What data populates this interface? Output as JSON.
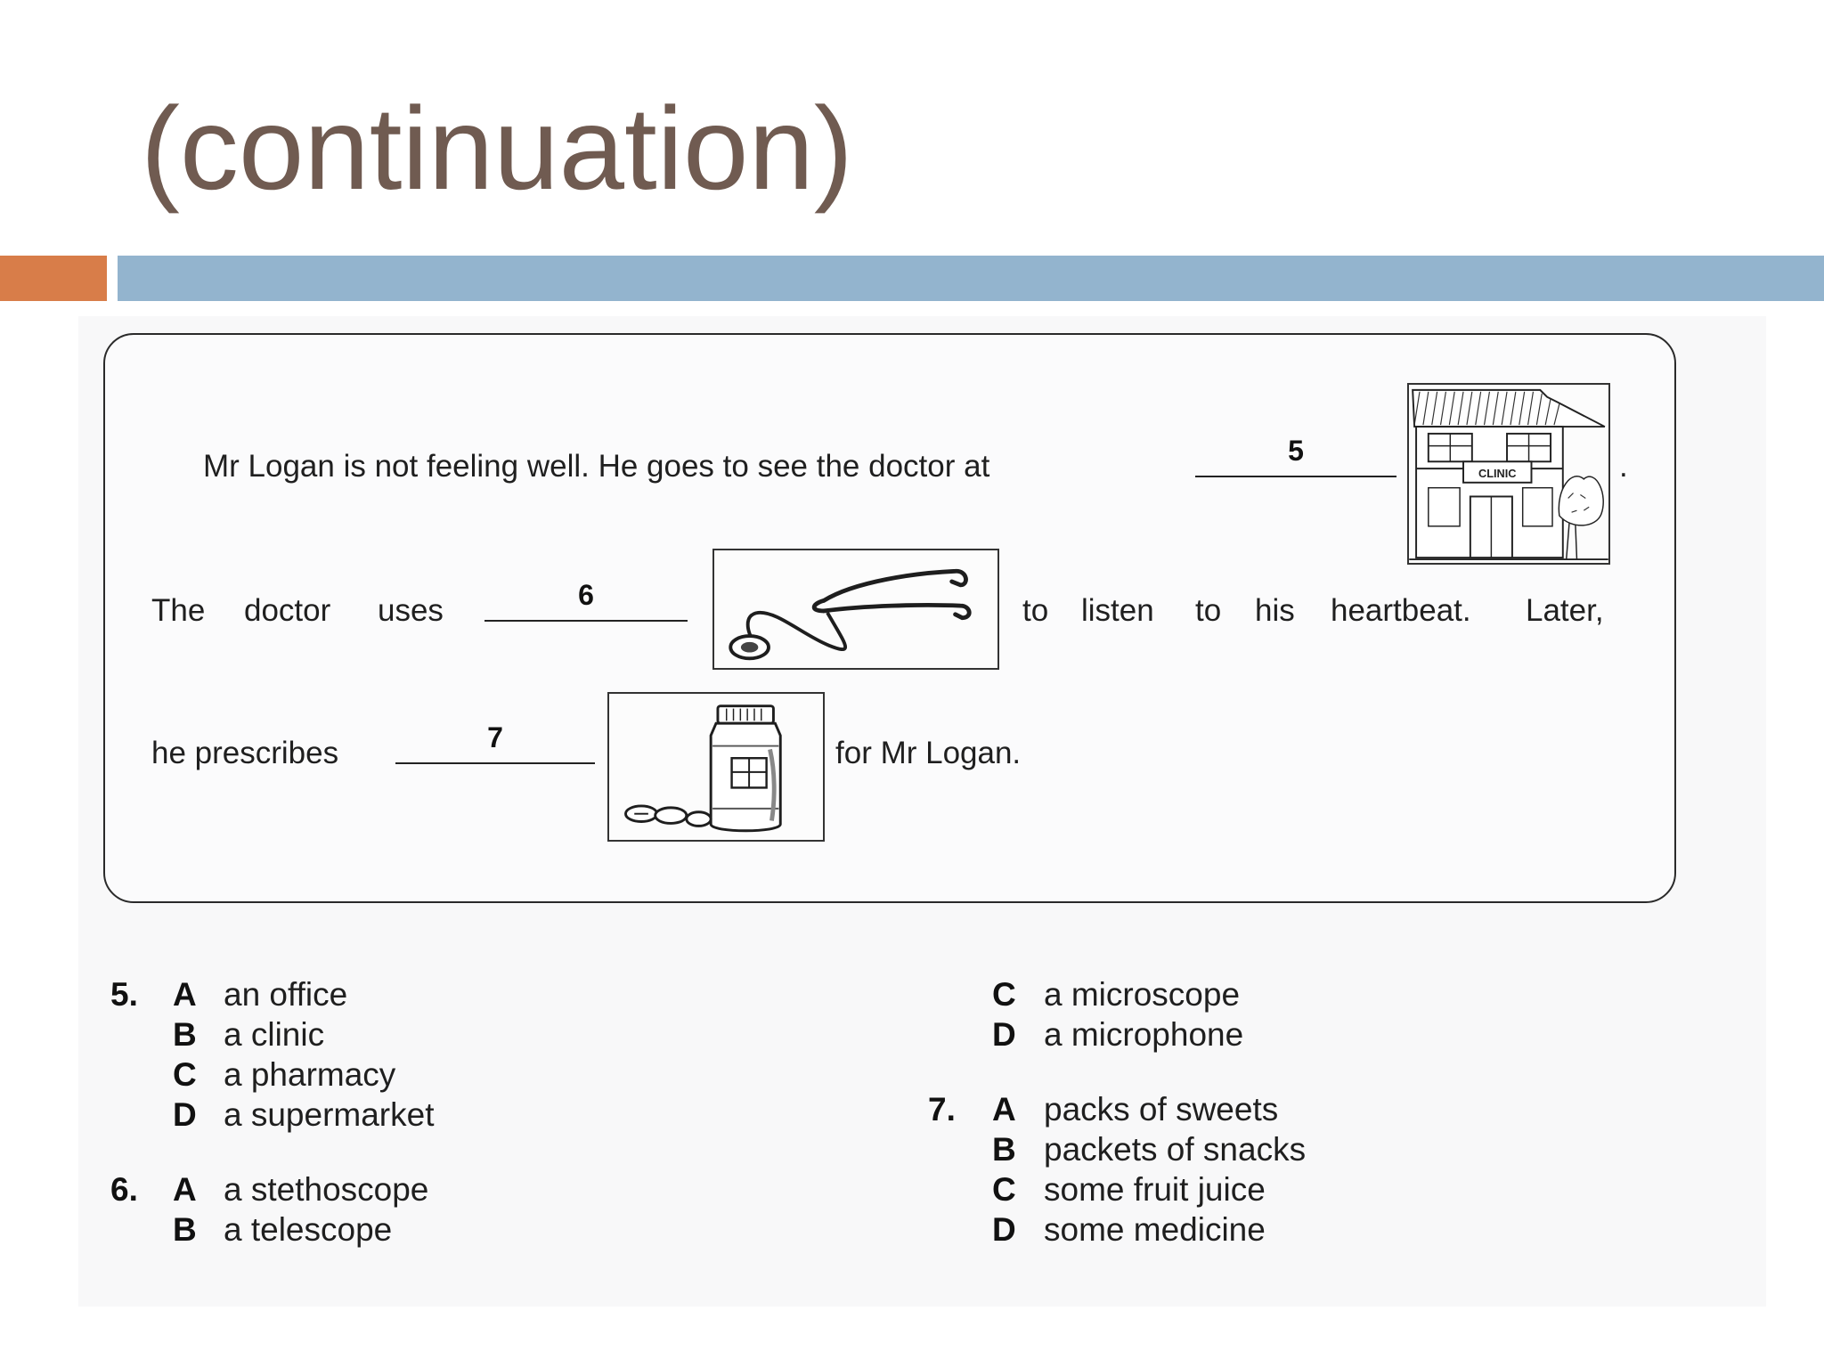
{
  "slide": {
    "title": "(continuation)"
  },
  "story": {
    "line1_text": "Mr Logan is not feeling well. He goes to see the doctor at",
    "blank5": "5",
    "line1_end": ".",
    "clinic_sign": "CLINIC",
    "line2_start_words": [
      "The",
      "doctor",
      "uses"
    ],
    "blank6": "6",
    "line2_end_words": [
      "to",
      "listen",
      "to",
      "his",
      "heartbeat.",
      "Later,"
    ],
    "line3_text": "he prescribes",
    "blank7": "7",
    "line3_end": "for Mr Logan."
  },
  "questions": [
    {
      "number": "5.",
      "options": [
        {
          "letter": "A",
          "text": "an office"
        },
        {
          "letter": "B",
          "text": "a clinic"
        },
        {
          "letter": "C",
          "text": "a pharmacy"
        },
        {
          "letter": "D",
          "text": "a supermarket"
        }
      ]
    },
    {
      "number": "6.",
      "options": [
        {
          "letter": "A",
          "text": "a stethoscope"
        },
        {
          "letter": "B",
          "text": "a telescope"
        },
        {
          "letter": "C",
          "text": "a microscope"
        },
        {
          "letter": "D",
          "text": "a microphone"
        }
      ]
    },
    {
      "number": "7.",
      "options": [
        {
          "letter": "A",
          "text": "packs of sweets"
        },
        {
          "letter": "B",
          "text": "packets of snacks"
        },
        {
          "letter": "C",
          "text": "some fruit juice"
        },
        {
          "letter": "D",
          "text": "some medicine"
        }
      ]
    }
  ],
  "icons": {
    "clinic": "clinic-building-icon",
    "stethoscope": "stethoscope-icon",
    "medicine": "medicine-bottle-icon"
  },
  "colors": {
    "title": "#705b51",
    "accent_orange": "#d87d49",
    "accent_blue": "#93b4ce"
  }
}
